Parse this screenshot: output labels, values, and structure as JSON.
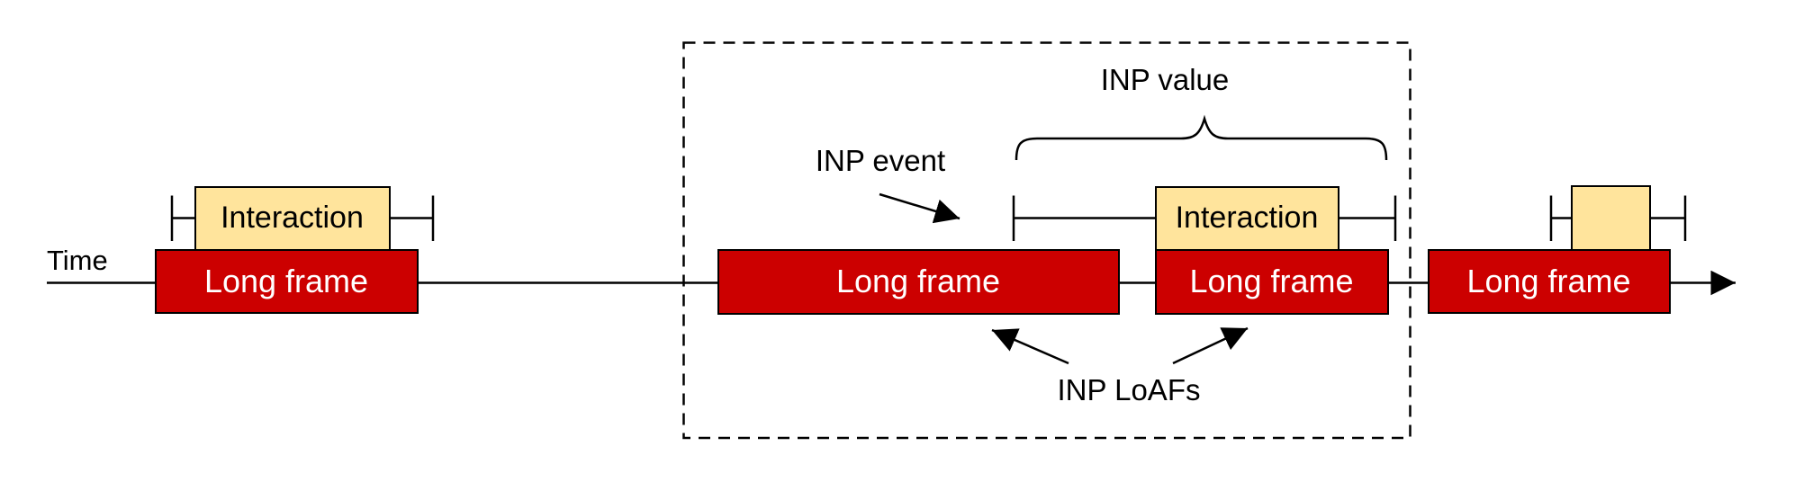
{
  "diagram": {
    "axis_label": "Time",
    "colors": {
      "long_frame_fill": "#cc0000",
      "interaction_fill": "#ffe49c",
      "line_stroke": "#000000",
      "background": "#ffffff",
      "long_frame_text": "#ffffff",
      "interaction_text": "#000000"
    },
    "long_frames": [
      {
        "label": "Long frame"
      },
      {
        "label": "Long frame"
      },
      {
        "label": "Long frame"
      },
      {
        "label": "Long frame"
      }
    ],
    "interactions": [
      {
        "label": "Interaction"
      },
      {
        "label": "Interaction"
      },
      {
        "label": ""
      }
    ],
    "annotations": {
      "inp_event": "INP event",
      "inp_value": "INP value",
      "inp_loafs": "INP LoAFs"
    }
  }
}
